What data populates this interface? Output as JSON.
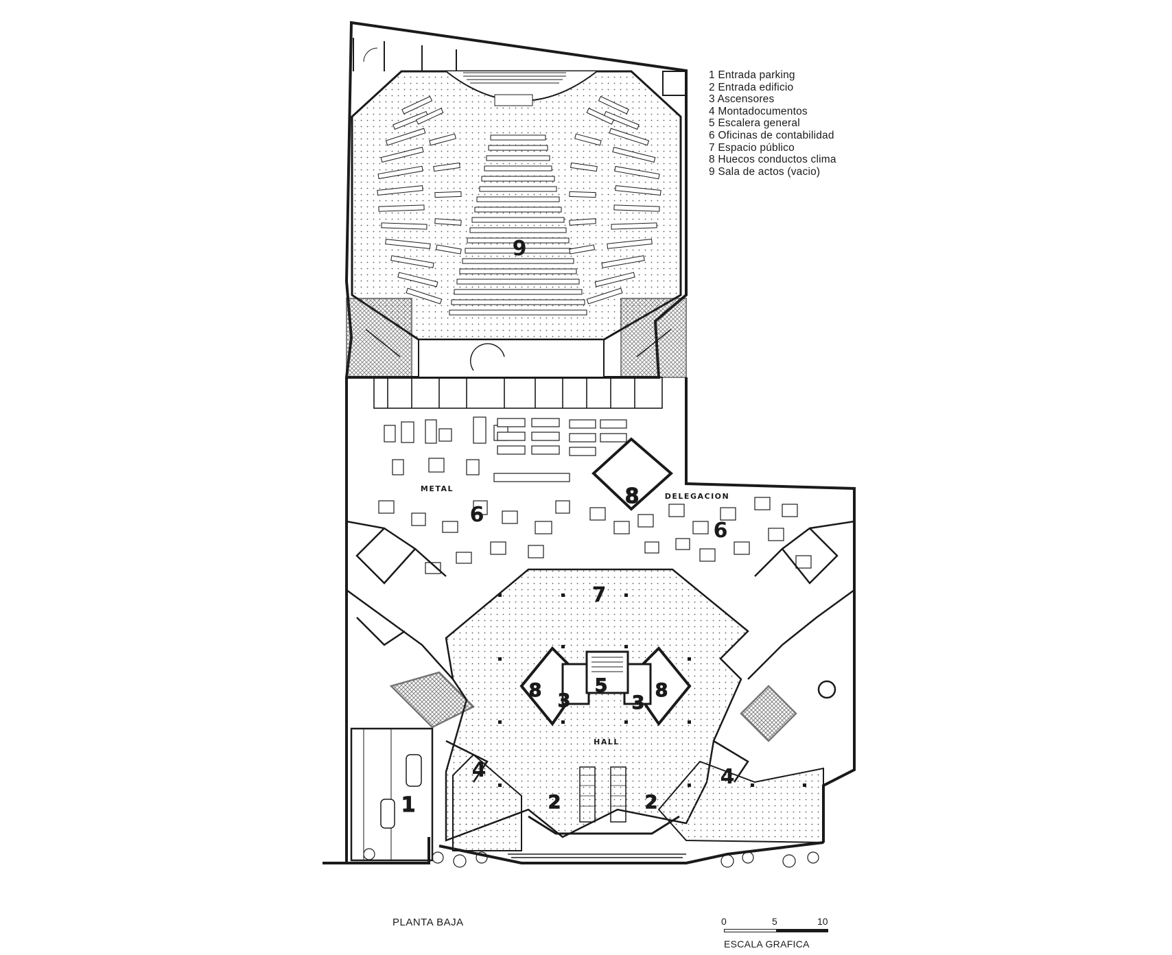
{
  "legend": {
    "items": [
      "1 Entrada parking",
      "2 Entrada edificio",
      "3 Ascensores",
      "4 Montadocumentos",
      "5 Escalera general",
      "6 Oficinas de contabilidad",
      "7 Espacio público",
      "8 Huecos conductos clima",
      "9 Sala de actos (vacio)"
    ]
  },
  "plan_labels": {
    "n1": "1",
    "n2": "2",
    "n3": "3",
    "n4": "4",
    "n5": "5",
    "n6": "6",
    "n7": "7",
    "n8": "8",
    "n9": "9",
    "metal": "METAL",
    "delegacion": "DELEGACION",
    "hall": "HALL"
  },
  "drawing_title": "PLANTA BAJA",
  "scale": {
    "ticks": [
      "0",
      "5",
      "10"
    ],
    "caption": "ESCALA GRAFICA"
  },
  "colors": {
    "ink": "#1a1a1a",
    "paper": "#ffffff"
  }
}
